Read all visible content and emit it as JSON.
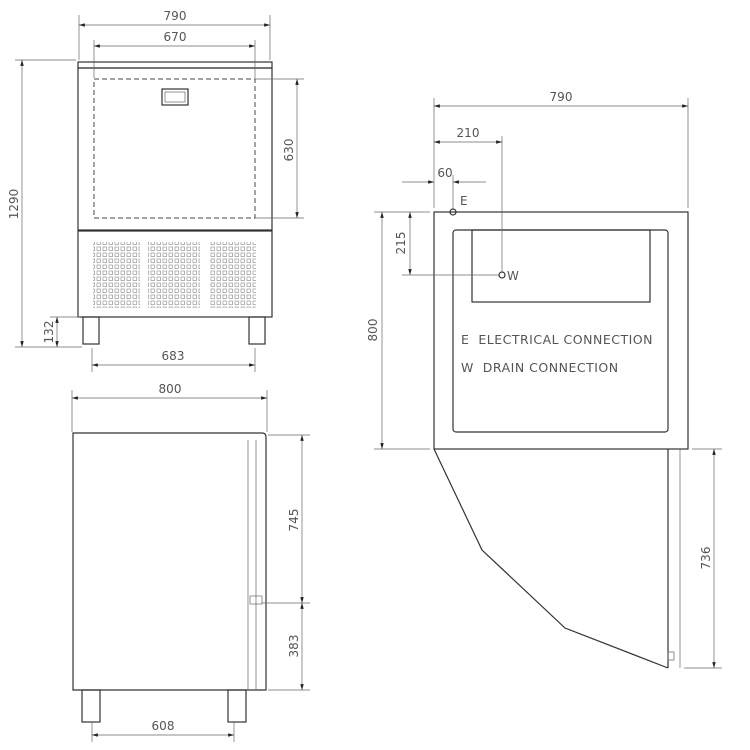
{
  "front_view": {
    "dim_width_total": "790",
    "dim_width_door": "670",
    "dim_height_door": "630",
    "dim_height_total": "1290",
    "dim_feet_height": "132",
    "dim_feet_spacing": "683"
  },
  "side_view": {
    "dim_depth": "800",
    "dim_upper_height": "745",
    "dim_lower_height": "383",
    "dim_feet_spacing": "608"
  },
  "top_view": {
    "dim_width": "790",
    "dim_drain_offset": "210",
    "dim_electrical_offset": "60",
    "dim_drain_depth": "215",
    "dim_depth": "800",
    "dim_door_swing": "736",
    "marker_e": "E",
    "marker_w": "W",
    "legend": [
      "E  ELECTRICAL CONNECTION",
      "W  DRAIN CONNECTION"
    ]
  }
}
